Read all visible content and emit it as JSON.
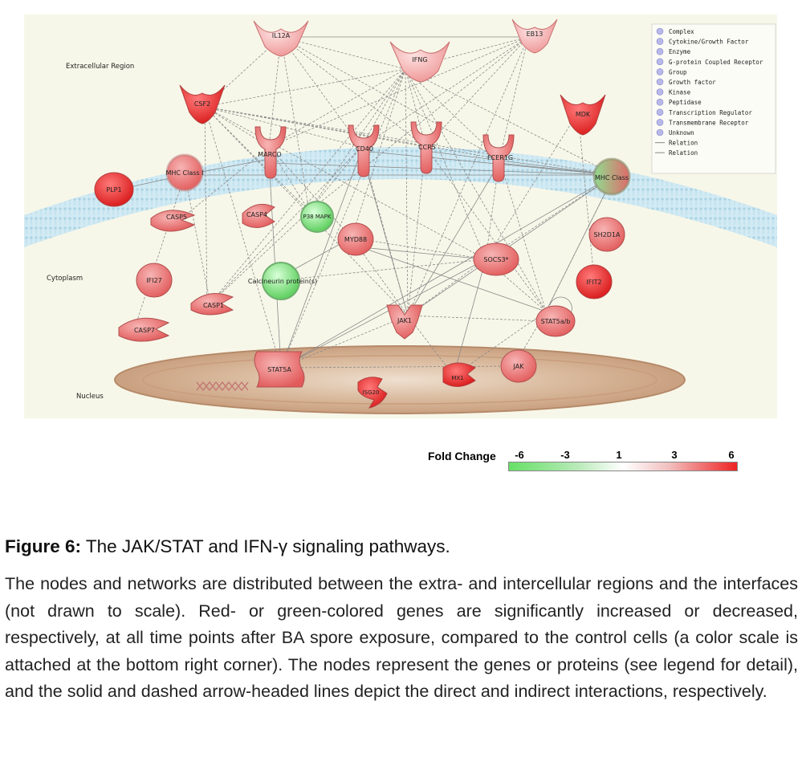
{
  "regions": {
    "extracellular": "Extracellular Region",
    "cytoplasm": "Cytoplasm",
    "nucleus": "Nucleus"
  },
  "nodes": {
    "il12a": "IL12A",
    "eb13": "EB13",
    "ifng": "IFNG",
    "csf2": "CSF2",
    "mdk": "MDK",
    "marco": "MARCO",
    "cd40": "CD40",
    "ccr5": "CCR5",
    "fcer1g": "FCER1G",
    "mhc1": "MHC Class I",
    "mhc2": "MHC Class",
    "plp1": "PLP1",
    "casp5": "CASP5",
    "casp4": "CASP4",
    "p38": "P38 MAPK",
    "myd88": "MYD88",
    "socs3": "SOCS3*",
    "sh2d1a": "SH2D1A",
    "ifi27": "IFI27",
    "calcineurin": "Calcineurin protein(s)",
    "ifit2": "IFIT2",
    "casp1": "CASP1",
    "casp7": "CASP7",
    "jak1": "JAK1",
    "stat5ab": "STAT5a/b",
    "stat5a": "STAT5A",
    "mx1": "MX1",
    "jak": "JAK",
    "isg20": "ISG20"
  },
  "legend": {
    "items": [
      "Complex",
      "Cytokine/Growth Factor",
      "Enzyme",
      "G-protein Coupled Receptor",
      "Group",
      "Growth factor",
      "Kinase",
      "Peptidase",
      "Transcription Regulator",
      "Transmembrane Receptor",
      "Unknown",
      "Relation",
      "Relation"
    ]
  },
  "scale": {
    "title": "Fold Change",
    "ticks": [
      "-6",
      "-3",
      "1",
      "3",
      "6"
    ]
  },
  "caption": {
    "label": "Figure 6:",
    "title": " The JAK/STAT and IFN-γ signaling pathways.",
    "body": "The nodes and networks are distributed between the extra- and intercellular regions and the interfaces (not drawn to scale). Red- or green-colored genes are significantly increased or decreased, respectively, at all time points after BA spore exposure, compared to the control cells (a color scale is attached at the bottom right corner). The nodes represent the genes or proteins (see legend for detail), and the solid and dashed arrow-headed lines depict the direct and indirect interactions, respectively."
  },
  "colors": {
    "background": "#f7f7e9",
    "membrane": "#bfe1ee",
    "nucleus": "#d7b79b",
    "strong_red": "#e02020",
    "medium_red": "#ea6a6a",
    "light_red": "#f2a3a3",
    "green": "#7fe07f"
  }
}
